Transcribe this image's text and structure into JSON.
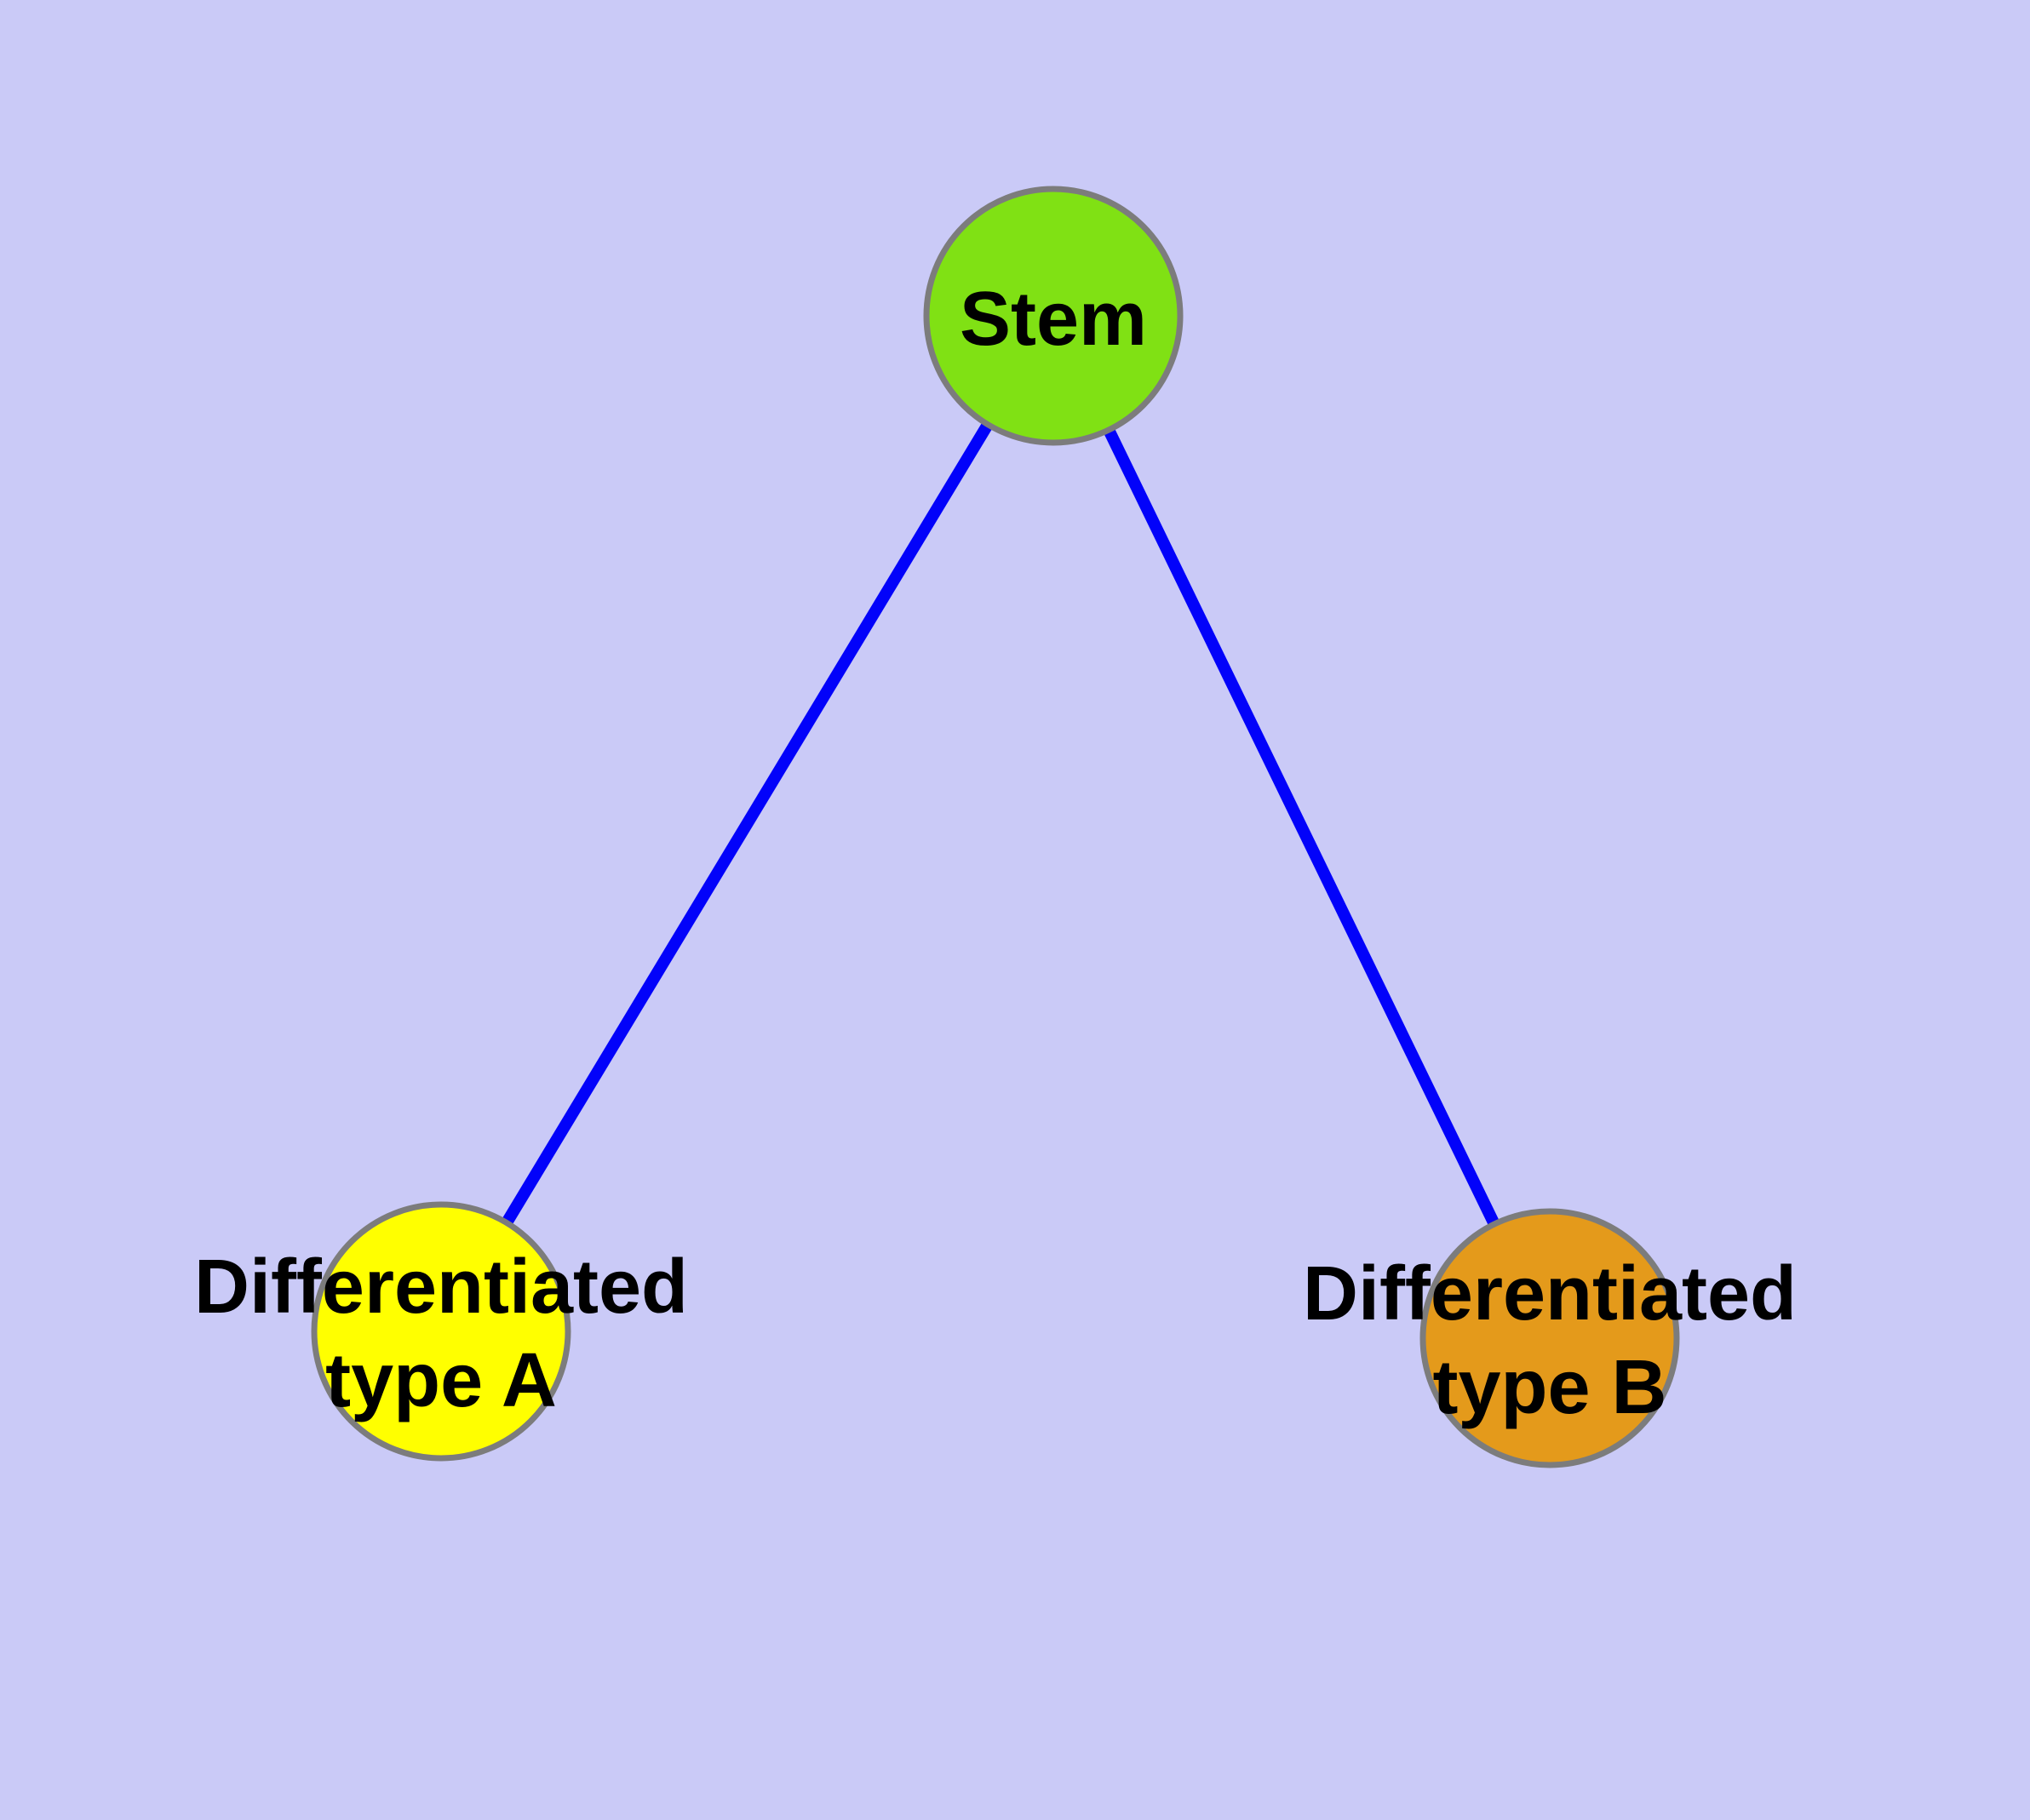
{
  "diagram": {
    "type": "graph",
    "background_color": "#CACAF7",
    "edge_color": "#0202FA",
    "node_border_color": "#7C7C7C",
    "label_color": "#000000",
    "nodes": {
      "stem": {
        "label": "Stem",
        "fill": "#80E114"
      },
      "type_a": {
        "label_line1": "Differentiated",
        "label_line2": "type A",
        "fill": "#FFFF00"
      },
      "type_b": {
        "label_line1": "Differentiated",
        "label_line2": "type B",
        "fill": "#E49A1B"
      }
    },
    "edges": [
      {
        "from": "Stem",
        "to": "Differentiated type A"
      },
      {
        "from": "Stem",
        "to": "Differentiated type B"
      }
    ]
  }
}
